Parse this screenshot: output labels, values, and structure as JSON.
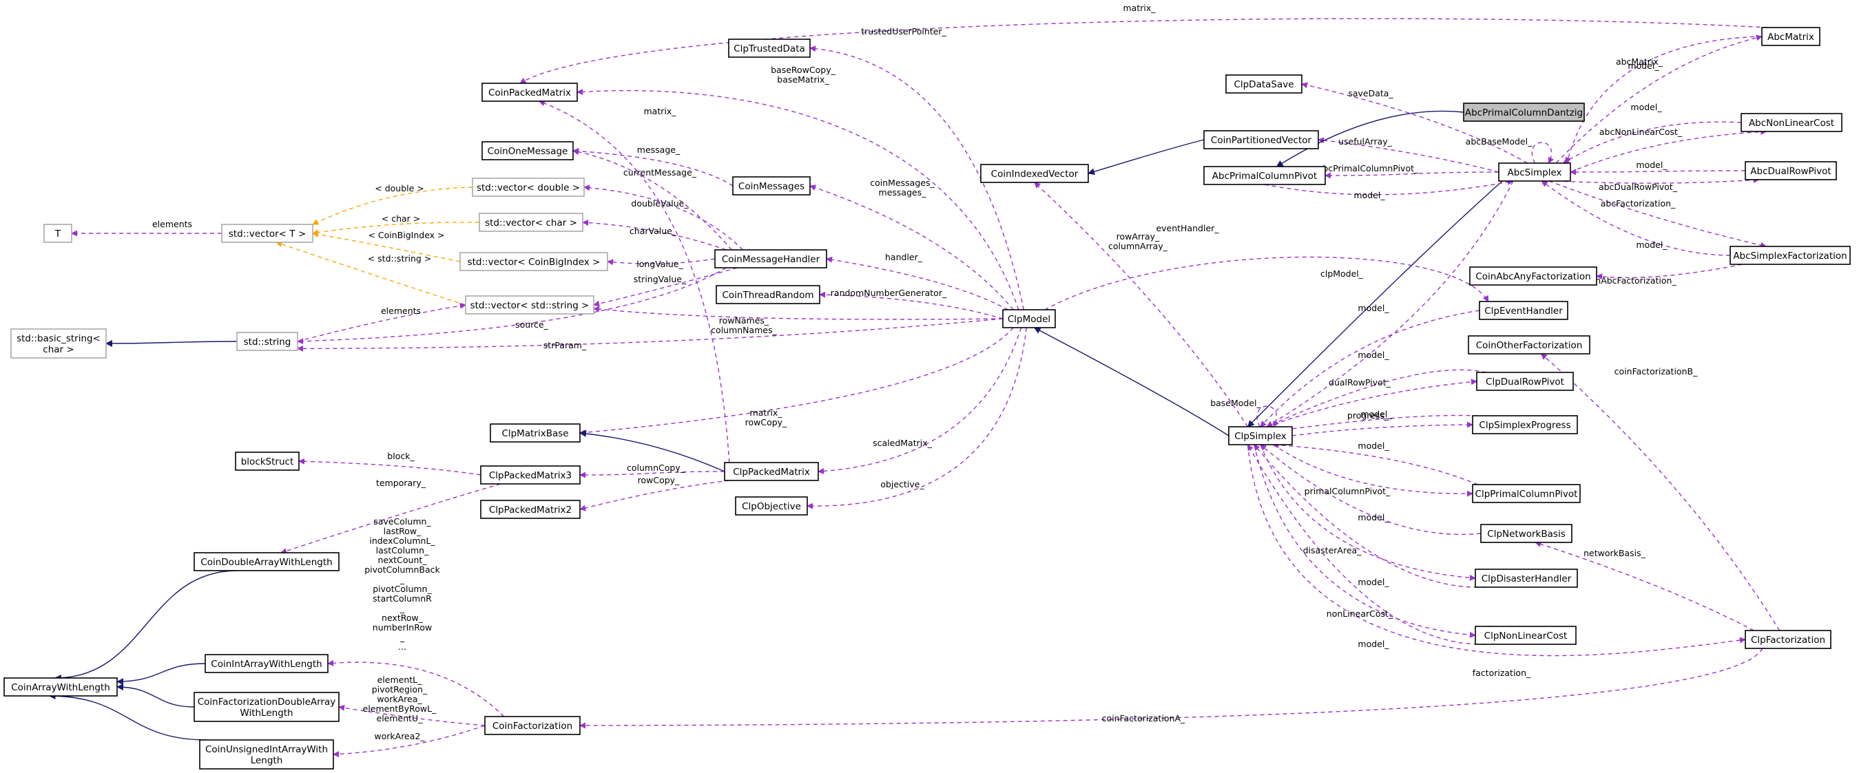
{
  "diagram": {
    "title": "",
    "colors": {
      "usage": "#9a32cd",
      "template": "#ffa500",
      "inheritance": "#191970",
      "focus_fill": "#bfbfbf",
      "external_border": "#a8a8a8"
    },
    "nodes": [
      {
        "id": "T",
        "label": "T",
        "kind": "external"
      },
      {
        "id": "vecT",
        "label": "std::vector< T >",
        "kind": "external"
      },
      {
        "id": "vecDouble",
        "label": "std::vector< double >",
        "kind": "external"
      },
      {
        "id": "vecChar",
        "label": "std::vector< char >",
        "kind": "external"
      },
      {
        "id": "vecCBI",
        "label": "std::vector< CoinBigIndex >",
        "kind": "external"
      },
      {
        "id": "vecStr",
        "label": "std::vector< std::string >",
        "kind": "external"
      },
      {
        "id": "basicStr",
        "label": [
          "std::basic_string<",
          "char >"
        ],
        "kind": "external"
      },
      {
        "id": "stdStr",
        "label": "std::string",
        "kind": "external"
      },
      {
        "id": "CPM",
        "label": "CoinPackedMatrix"
      },
      {
        "id": "COM",
        "label": "CoinOneMessage"
      },
      {
        "id": "CMsgs",
        "label": "CoinMessages"
      },
      {
        "id": "CMH",
        "label": "CoinMessageHandler"
      },
      {
        "id": "CTR",
        "label": "CoinThreadRandom"
      },
      {
        "id": "CTD",
        "label": "ClpTrustedData"
      },
      {
        "id": "CMB",
        "label": "ClpMatrixBase"
      },
      {
        "id": "BS",
        "label": "blockStruct"
      },
      {
        "id": "CPM3",
        "label": "ClpPackedMatrix3"
      },
      {
        "id": "CPM2",
        "label": "ClpPackedMatrix2"
      },
      {
        "id": "ClpPM",
        "label": "ClpPackedMatrix"
      },
      {
        "id": "ClpObj",
        "label": "ClpObjective"
      },
      {
        "id": "CDAWL",
        "label": "CoinDoubleArrayWithLength"
      },
      {
        "id": "CIAWL",
        "label": "CoinIntArrayWithLength"
      },
      {
        "id": "CFDAWL",
        "label": [
          "CoinFactorizationDoubleArray",
          "WithLength"
        ]
      },
      {
        "id": "CUIAWL",
        "label": [
          "CoinUnsignedIntArrayWith",
          "Length"
        ]
      },
      {
        "id": "CAWL",
        "label": "CoinArrayWithLength"
      },
      {
        "id": "CFact",
        "label": "CoinFactorization"
      },
      {
        "id": "CIV",
        "label": "CoinIndexedVector"
      },
      {
        "id": "ClpModel",
        "label": "ClpModel"
      },
      {
        "id": "ClpDS",
        "label": "ClpDataSave"
      },
      {
        "id": "CPV",
        "label": "CoinPartitionedVector"
      },
      {
        "id": "APCP",
        "label": "AbcPrimalColumnPivot"
      },
      {
        "id": "APCD",
        "label": "AbcPrimalColumnDantzig",
        "kind": "focus"
      },
      {
        "id": "AbcS",
        "label": "AbcSimplex"
      },
      {
        "id": "AbcM",
        "label": "AbcMatrix"
      },
      {
        "id": "ANLC",
        "label": "AbcNonLinearCost"
      },
      {
        "id": "ADRP",
        "label": "AbcDualRowPivot"
      },
      {
        "id": "ASF",
        "label": "AbcSimplexFactorization"
      },
      {
        "id": "CAAF",
        "label": "CoinAbcAnyFactorization"
      },
      {
        "id": "CEH",
        "label": "ClpEventHandler"
      },
      {
        "id": "COF",
        "label": "CoinOtherFactorization"
      },
      {
        "id": "CDRP",
        "label": "ClpDualRowPivot"
      },
      {
        "id": "CSP",
        "label": "ClpSimplexProgress"
      },
      {
        "id": "ClpS",
        "label": "ClpSimplex"
      },
      {
        "id": "CPCP",
        "label": "ClpPrimalColumnPivot"
      },
      {
        "id": "CNB",
        "label": "ClpNetworkBasis"
      },
      {
        "id": "CDH",
        "label": "ClpDisasterHandler"
      },
      {
        "id": "CNLC",
        "label": "ClpNonLinearCost"
      },
      {
        "id": "ClpF",
        "label": "ClpFactorization"
      }
    ],
    "edges": [
      {
        "from": "vecT",
        "to": "T",
        "kind": "usage",
        "label": [
          "elements"
        ]
      },
      {
        "from": "vecDouble",
        "to": "vecT",
        "kind": "template",
        "label": [
          "< double >"
        ]
      },
      {
        "from": "vecChar",
        "to": "vecT",
        "kind": "template",
        "label": [
          "< char >"
        ]
      },
      {
        "from": "vecCBI",
        "to": "vecT",
        "kind": "template",
        "label": [
          "< CoinBigIndex >"
        ]
      },
      {
        "from": "vecStr",
        "to": "vecT",
        "kind": "template",
        "label": [
          "< std::string >"
        ]
      },
      {
        "from": "stdStr",
        "to": "basicStr",
        "kind": "inherit",
        "label": []
      },
      {
        "from": "stdStr",
        "to": "vecStr",
        "kind": "usage",
        "label": [
          "elements"
        ]
      },
      {
        "from": "CMH",
        "to": "vecStr",
        "kind": "usage",
        "label": [
          "stringValue_"
        ]
      },
      {
        "from": "CMH",
        "to": "vecCBI",
        "kind": "usage",
        "label": [
          "longValue_"
        ]
      },
      {
        "from": "CMH",
        "to": "vecChar",
        "kind": "usage",
        "label": [
          "charValue_"
        ]
      },
      {
        "from": "CMH",
        "to": "vecDouble",
        "kind": "usage",
        "label": [
          "doubleValue_"
        ]
      },
      {
        "from": "CMH",
        "to": "COM",
        "kind": "usage",
        "label": [
          "currentMessage_"
        ]
      },
      {
        "from": "CMsgs",
        "to": "COM",
        "kind": "usage",
        "label": [
          "message_"
        ]
      },
      {
        "from": "CMH",
        "to": "stdStr",
        "kind": "usage",
        "label": [
          "source_"
        ]
      },
      {
        "from": "ClpModel",
        "to": "stdStr",
        "kind": "usage",
        "label": [
          "strParam_"
        ]
      },
      {
        "from": "ClpModel",
        "to": "vecStr",
        "kind": "usage",
        "label": [
          "rowNames_",
          "columnNames_"
        ]
      },
      {
        "from": "ClpModel",
        "to": "CTR",
        "kind": "usage",
        "label": [
          "randomNumberGenerator_"
        ]
      },
      {
        "from": "ClpModel",
        "to": "CMH",
        "kind": "usage",
        "label": [
          "handler_"
        ]
      },
      {
        "from": "ClpModel",
        "to": "CMsgs",
        "kind": "usage",
        "label": [
          "coinMessages_",
          "messages_"
        ]
      },
      {
        "from": "ClpModel",
        "to": "CPM",
        "kind": "usage",
        "label": [
          "baseRowCopy_",
          "baseMatrix_"
        ]
      },
      {
        "from": "ClpModel",
        "to": "CTD",
        "kind": "usage",
        "label": [
          "trustedUserPointer_"
        ]
      },
      {
        "from": "ClpModel",
        "to": "CMB",
        "kind": "usage",
        "label": [
          "matrix_",
          "rowCopy_"
        ]
      },
      {
        "from": "ClpModel",
        "to": "ClpPM",
        "kind": "usage",
        "label": [
          "scaledMatrix_"
        ]
      },
      {
        "from": "ClpModel",
        "to": "ClpObj",
        "kind": "usage",
        "label": [
          "objective_"
        ]
      },
      {
        "from": "ClpModel",
        "to": "CEH",
        "kind": "usage",
        "label": [
          "eventHandler_"
        ]
      },
      {
        "from": "ClpPM",
        "to": "CMB",
        "kind": "inherit",
        "label": []
      },
      {
        "from": "ClpPM",
        "to": "CPM",
        "kind": "usage",
        "label": [
          "matrix_"
        ]
      },
      {
        "from": "ClpPM",
        "to": "CPM3",
        "kind": "usage",
        "label": [
          "columnCopy_"
        ]
      },
      {
        "from": "ClpPM",
        "to": "CPM2",
        "kind": "usage",
        "label": [
          "rowCopy_"
        ]
      },
      {
        "from": "CPM3",
        "to": "BS",
        "kind": "usage",
        "label": [
          "block_"
        ]
      },
      {
        "from": "CPM3",
        "to": "CDAWL",
        "kind": "usage",
        "label": [
          "temporary_"
        ]
      },
      {
        "from": "CDAWL",
        "to": "CAWL",
        "kind": "inherit",
        "label": []
      },
      {
        "from": "CIAWL",
        "to": "CAWL",
        "kind": "inherit",
        "label": []
      },
      {
        "from": "CFDAWL",
        "to": "CAWL",
        "kind": "inherit",
        "label": []
      },
      {
        "from": "CUIAWL",
        "to": "CAWL",
        "kind": "inherit",
        "label": []
      },
      {
        "from": "CFact",
        "to": "CIAWL",
        "kind": "usage",
        "label": [
          "saveColumn_",
          "lastRow_",
          "indexColumnL_",
          "lastColumn_",
          "nextCount_",
          "pivotColumnBack",
          "_",
          "pivotColumn_",
          "startColumnR",
          "_",
          "nextRow_",
          "numberInRow",
          "_",
          "..."
        ]
      },
      {
        "from": "CFact",
        "to": "CFDAWL",
        "kind": "usage",
        "label": [
          "elementL_",
          "pivotRegion_",
          "workArea_",
          "elementByRowL_",
          "elementU_"
        ]
      },
      {
        "from": "CFact",
        "to": "CUIAWL",
        "kind": "usage",
        "label": [
          "workArea2_"
        ]
      },
      {
        "from": "ClpF",
        "to": "CFact",
        "kind": "usage",
        "label": [
          "coinFactorizationA_"
        ]
      },
      {
        "from": "ClpF",
        "to": "COF",
        "kind": "usage",
        "label": [
          "coinFactorizationB_"
        ]
      },
      {
        "from": "ClpF",
        "to": "CNB",
        "kind": "usage",
        "label": [
          "networkBasis_"
        ]
      },
      {
        "from": "ClpS",
        "to": "ClpModel",
        "kind": "inherit",
        "label": []
      },
      {
        "from": "ClpS",
        "to": "CIV",
        "kind": "usage",
        "label": [
          "rowArray_",
          "columnArray_"
        ]
      },
      {
        "from": "ClpS",
        "to": "ClpS",
        "kind": "usage",
        "label": [
          "baseModel_"
        ]
      },
      {
        "from": "ClpS",
        "to": "ClpF",
        "kind": "usage",
        "label": [
          "factorization_"
        ]
      },
      {
        "from": "ClpS",
        "to": "CDRP",
        "kind": "usage",
        "label": [
          "dualRowPivot_"
        ]
      },
      {
        "from": "ClpS",
        "to": "CSP",
        "kind": "usage",
        "label": [
          "progress_"
        ]
      },
      {
        "from": "ClpS",
        "to": "CPCP",
        "kind": "usage",
        "label": [
          "primalColumnPivot_"
        ]
      },
      {
        "from": "ClpS",
        "to": "CDH",
        "kind": "usage",
        "label": [
          "disasterArea_"
        ]
      },
      {
        "from": "ClpS",
        "to": "CNLC",
        "kind": "usage",
        "label": [
          "nonLinearCost_"
        ]
      },
      {
        "from": "CEH",
        "to": "ClpS",
        "kind": "usage",
        "label": [
          "model_"
        ]
      },
      {
        "from": "CDRP",
        "to": "ClpS",
        "kind": "usage",
        "label": [
          "model_"
        ]
      },
      {
        "from": "CSP",
        "to": "ClpS",
        "kind": "usage",
        "label": [
          "model_"
        ]
      },
      {
        "from": "CPCP",
        "to": "ClpS",
        "kind": "usage",
        "label": [
          "model_"
        ]
      },
      {
        "from": "CNB",
        "to": "ClpS",
        "kind": "usage",
        "label": [
          "model_"
        ]
      },
      {
        "from": "CDH",
        "to": "ClpS",
        "kind": "usage",
        "label": [
          "model_"
        ]
      },
      {
        "from": "CNLC",
        "to": "ClpS",
        "kind": "usage",
        "label": [
          "model_"
        ]
      },
      {
        "from": "AbcS",
        "to": "ClpS",
        "kind": "inherit",
        "label": []
      },
      {
        "from": "AbcS",
        "to": "ClpS",
        "kind": "usage",
        "label": [
          "clpModel_"
        ]
      },
      {
        "from": "AbcS",
        "to": "AbcS",
        "kind": "usage",
        "label": [
          "abcBaseModel_"
        ]
      },
      {
        "from": "AbcS",
        "to": "ClpDS",
        "kind": "usage",
        "label": [
          "saveData_"
        ]
      },
      {
        "from": "AbcS",
        "to": "CPV",
        "kind": "usage",
        "label": [
          "usefulArray_"
        ]
      },
      {
        "from": "AbcS",
        "to": "APCP",
        "kind": "usage",
        "label": [
          "abcPrimalColumnPivot_"
        ]
      },
      {
        "from": "APCP",
        "to": "AbcS",
        "kind": "usage",
        "label": [
          "model_"
        ]
      },
      {
        "from": "AbcS",
        "to": "AbcM",
        "kind": "usage",
        "label": [
          "abcMatrix_"
        ]
      },
      {
        "from": "AbcM",
        "to": "AbcS",
        "kind": "usage",
        "label": [
          "model_"
        ]
      },
      {
        "from": "AbcM",
        "to": "CPM",
        "kind": "usage",
        "label": [
          "matrix_"
        ]
      },
      {
        "from": "AbcS",
        "to": "ANLC",
        "kind": "usage",
        "label": [
          "abcNonLinearCost_"
        ]
      },
      {
        "from": "ANLC",
        "to": "AbcS",
        "kind": "usage",
        "label": [
          "model_"
        ]
      },
      {
        "from": "AbcS",
        "to": "ADRP",
        "kind": "usage",
        "label": [
          "abcDualRowPivot_"
        ]
      },
      {
        "from": "ADRP",
        "to": "AbcS",
        "kind": "usage",
        "label": [
          "model_"
        ]
      },
      {
        "from": "AbcS",
        "to": "ASF",
        "kind": "usage",
        "label": [
          "abcFactorization_"
        ]
      },
      {
        "from": "ASF",
        "to": "AbcS",
        "kind": "usage",
        "label": [
          "model_"
        ]
      },
      {
        "from": "ASF",
        "to": "CAAF",
        "kind": "usage",
        "label": [
          "coinAbcFactorization_"
        ]
      },
      {
        "from": "CPV",
        "to": "CIV",
        "kind": "inherit",
        "label": []
      },
      {
        "from": "APCD",
        "to": "APCP",
        "kind": "inherit",
        "label": []
      }
    ]
  }
}
